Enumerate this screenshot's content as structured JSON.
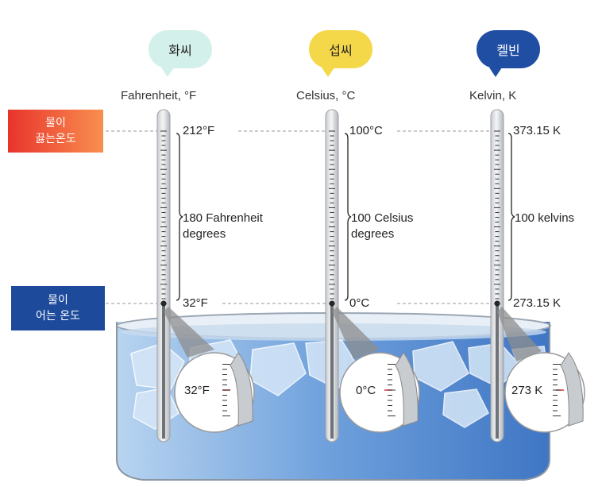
{
  "bubbles": {
    "fahrenheit": {
      "text": "화씨",
      "color": "#d3f1ea"
    },
    "celsius": {
      "text": "섭씨",
      "color": "#f5d84a"
    },
    "kelvin": {
      "text": "켈빈",
      "color": "#1f4ea3"
    }
  },
  "scales": {
    "fahrenheit": {
      "name": "Fahrenheit, °F",
      "boil": "212°F",
      "freeze": "32°F",
      "range_line1": "180 Fahrenheit",
      "range_line2": "degrees",
      "zoom": "32°F"
    },
    "celsius": {
      "name": "Celsius, °C",
      "boil": "100°C",
      "freeze": "0°C",
      "range_line1": "100 Celsius",
      "range_line2": "degrees",
      "zoom": "0°C"
    },
    "kelvin": {
      "name": "Kelvin, K",
      "boil": "373.15 K",
      "freeze": "273.15 K",
      "range_line1": "100 kelvins",
      "range_line2": "",
      "zoom": "273 K"
    }
  },
  "side_labels": {
    "boiling": {
      "line1": "물이",
      "line2": "끓는온도",
      "color_start": "#e8342c",
      "color_end": "#f98f4f"
    },
    "freezing": {
      "line1": "물이",
      "line2": "어는 온도",
      "color": "#1d4a9b"
    }
  },
  "colors": {
    "water": "#5b93d6",
    "marker": "#e04040"
  }
}
